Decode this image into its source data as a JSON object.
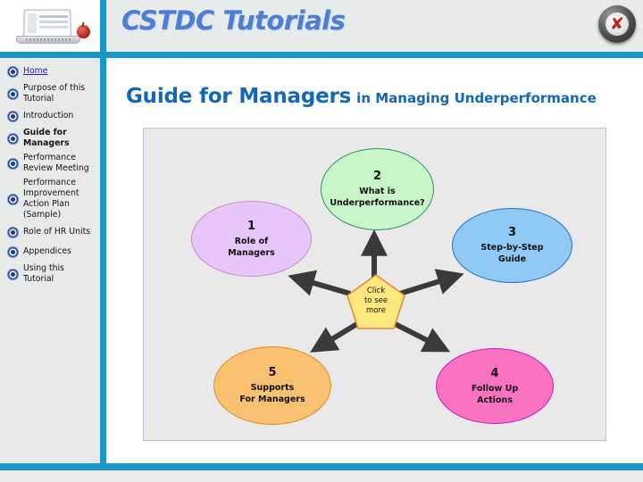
{
  "header": {
    "brand_title": "CSTDC Tutorials",
    "logo_icon": "laptop-apple-logo",
    "close_icon": "close-x-icon"
  },
  "sidebar": {
    "items": [
      {
        "label": "Home",
        "style": "link",
        "icon": "bullet-icon"
      },
      {
        "label": "Purpose of this Tutorial",
        "style": "normal",
        "icon": "bullet-icon"
      },
      {
        "label": "Introduction",
        "style": "normal",
        "icon": "bullet-icon"
      },
      {
        "label": "Guide for Managers",
        "style": "bold",
        "icon": "bullet-icon"
      },
      {
        "label": "Performance Review Meeting",
        "style": "normal",
        "icon": "bullet-icon"
      },
      {
        "label": "Performance Improvement Action Plan (Sample)",
        "style": "normal",
        "icon": "bullet-icon"
      },
      {
        "label": "Role of HR Units",
        "style": "normal",
        "icon": "bullet-icon"
      },
      {
        "label": "Appendices",
        "style": "normal",
        "icon": "bullet-icon"
      },
      {
        "label": "Using this Tutorial",
        "style": "normal",
        "icon": "bullet-icon"
      }
    ]
  },
  "main": {
    "title_main": "Guide for Managers",
    "title_sub": "in Managing Underperformance"
  },
  "diagram": {
    "center": {
      "line1": "Click",
      "line2": "to see",
      "line3": "more",
      "fill": "#ffe97f",
      "stroke": "#e8873c"
    },
    "nodes": [
      {
        "number": "1",
        "line1": "Role of",
        "line2": "Managers",
        "fill": "#e6c6fb",
        "stroke": "#cf86c6"
      },
      {
        "number": "2",
        "line1": "What is",
        "line2": "Underperformance?",
        "fill": "#c9f5cb",
        "stroke": "#2e8f5e"
      },
      {
        "number": "3",
        "line1": "Step-by-Step",
        "line2": "Guide",
        "fill": "#8fc9f5",
        "stroke": "#2a6fc9"
      },
      {
        "number": "4",
        "line1": "Follow Up",
        "line2": "Actions",
        "fill": "#fb73c0",
        "stroke": "#c518c5"
      },
      {
        "number": "5",
        "line1": "Supports",
        "line2": "For Managers",
        "fill": "#fbc173",
        "stroke": "#e08b1e"
      }
    ]
  },
  "colors": {
    "accent_blue": "#1c96c8",
    "title_blue": "#1267b8",
    "sidebar_bg": "#e8e9e9",
    "diagram_bg": "#e9e9e9",
    "arrow": "#3a3a3a"
  }
}
